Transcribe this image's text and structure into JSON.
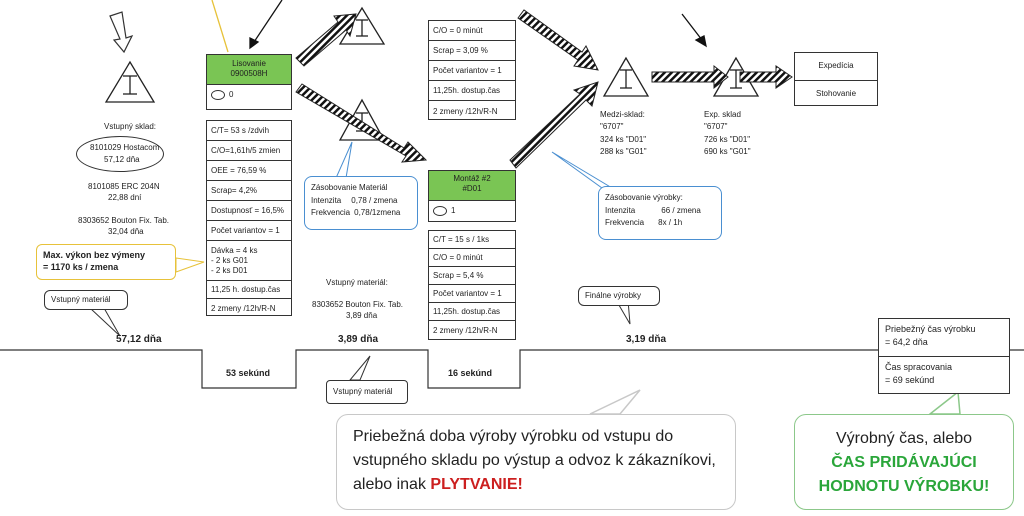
{
  "colors": {
    "process_header": "#7ac554",
    "waste": "#cc1f1f",
    "value_add": "#2aa63a",
    "callout_blue": "#4a8fd1",
    "callout_yellow": "#e7c23a",
    "callout_green": "#8cc88a"
  },
  "icons": [
    "inventory-triangle-icon",
    "operator-icon",
    "push-arrow-icon",
    "dashed-arrow-icon",
    "hollow-arrow-icon"
  ],
  "inventory": {
    "label": "Vstupný sklad:",
    "supplier": "8101029 Hostacom",
    "supplier_days": "57,12 dňa",
    "item2": "8101085  ERC 204N",
    "item2_days": "22,88 dní",
    "item3": "8303652 Bouton Fix. Tab.",
    "item3_days": "32,04 dňa"
  },
  "max_callout": {
    "line1": "Max. výkon bez výmeny",
    "line2": "= 1170 ks / zmena"
  },
  "vstupny_material_callout": "Vstupný materiál",
  "lisovanie": {
    "header": "Lisovanie\n0900508H",
    "operators": "0",
    "rows": [
      "C/T= 53 s /zdvih",
      "C/O=1,61h/5 zmien",
      "OEE = 76,59 %",
      "Scrap= 4,2%",
      "Dostupnosť = 16,5%",
      "Počet variantov = 1",
      "Dávka = 4 ks\n- 2 ks G01\n- 2 ks D01",
      "11,25 h. dostup.čas",
      "2 zmeny /12h/R-N"
    ]
  },
  "zasobovanie_material": {
    "title": "Zásobovanie  Materiál",
    "int_label": "Intenzita",
    "int_val": "0,78 / zmena",
    "frek_label": "Frekvencia",
    "frek_val": "0,78/1zmena"
  },
  "vstupny_material2": {
    "label": "Vstupný materiál:",
    "item": "8303652 Bouton Fix. Tab.",
    "days": "3,89 dňa"
  },
  "upper_box": {
    "rows": [
      "C/O = 0 minút",
      "Scrap = 3,09 %",
      "Počet variantov = 1",
      "11,25h. dostup.čas",
      "2 zmeny /12h/R-N"
    ]
  },
  "montaz": {
    "header": "Montáž  #2\n#D01",
    "operators": "1",
    "rows": [
      "C/T = 15 s / 1ks",
      "C/O = 0 minút",
      "Scrap = 5,4 %",
      "Počet variantov = 1",
      "11,25h. dostup.čas",
      "2 zmeny /12h/R-N"
    ]
  },
  "zasobovanie_vyrobky": {
    "title": "Zásobovanie  výrobky:",
    "int_label": "Intenzita",
    "int_val": "66 / zmena",
    "frek_label": "Frekvencia",
    "frek_val": "8x / 1h"
  },
  "medzi_sklad": {
    "label": "Medzi-sklad:",
    "code": "\"6707\"",
    "l1": "324 ks  \"D01\"",
    "l2": "288 ks  \"G01\""
  },
  "exp_sklad": {
    "label": "Exp. sklad",
    "code": "\"6707\"",
    "l1": "726 ks  \"D01\"",
    "l2": "690 ks  \"G01\""
  },
  "expedicia": {
    "line1": "Expedícia",
    "line2": "Stohovanie"
  },
  "finalne_callout": "Finálne výrobky",
  "timeline": {
    "d1": "57,12 dňa",
    "d2": "3,89 dňa",
    "d3": "3,19 dňa",
    "t1": "53 sekúnd",
    "t2": "16 sekúnd"
  },
  "summary": {
    "lead": "Priebežný čas výrobku\n= 64,2 dňa",
    "proc": "Čas spracovania\n= 69 sekúnd"
  },
  "vstupny_material_bottom": "Vstupný materiál",
  "big_callout": {
    "text": "Priebežná doba výroby výrobku od vstupu do vstupného skladu po výstup a odvoz k zákazníkovi, alebo inak ",
    "highlight": "PLYTVANIE!"
  },
  "green_callout": {
    "line1": "Výrobný čas, alebo",
    "line2": "ČAS PRIDÁVAJÚCI",
    "line3": "HODNOTU VÝROBKU!"
  }
}
